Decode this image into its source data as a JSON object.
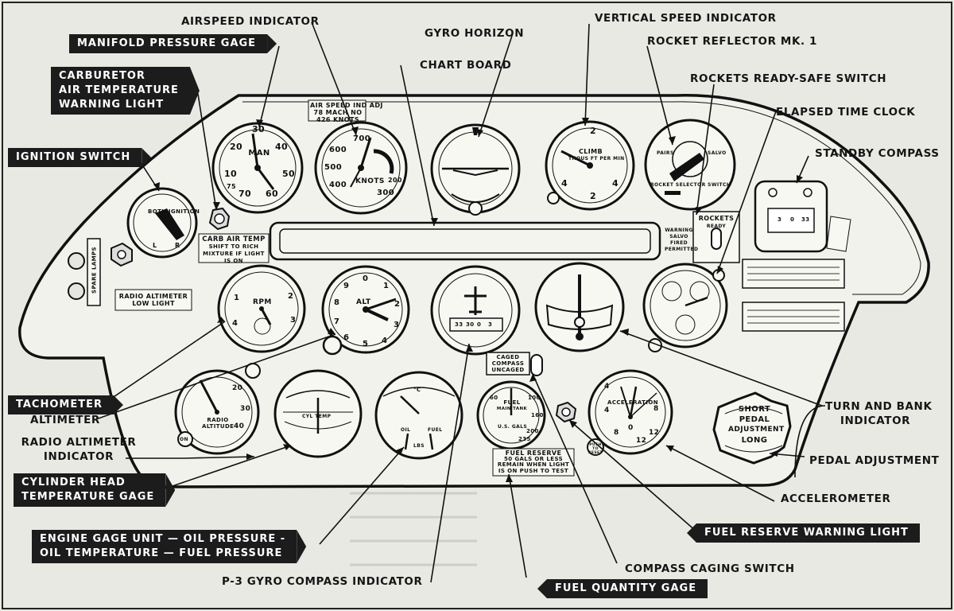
{
  "callouts": {
    "airspeed_indicator": "AIRSPEED INDICATOR",
    "manifold_pressure_gage": "MANIFOLD PRESSURE GAGE",
    "gyro_horizon": "GYRO HORIZON",
    "vertical_speed_indicator": "VERTICAL SPEED INDICATOR",
    "rocket_reflector": "ROCKET REFLECTOR MK. 1",
    "chart_board": "CHART BOARD",
    "carburetor_warning": [
      "CARBURETOR",
      "AIR TEMPERATURE",
      "WARNING LIGHT"
    ],
    "rockets_ready_safe_switch": "ROCKETS READY-SAFE SWITCH",
    "elapsed_time_clock": "ELAPSED TIME CLOCK",
    "ignition_switch": "IGNITION SWITCH",
    "standby_compass": "STANDBY COMPASS",
    "tachometer": "TACHOMETER",
    "altimeter": "ALTIMETER",
    "radio_altimeter_indicator": [
      "RADIO ALTIMETER",
      "INDICATOR"
    ],
    "cylinder_head_temperature_gage": [
      "CYLINDER HEAD",
      "TEMPERATURE GAGE"
    ],
    "engine_gage_unit": [
      "ENGINE GAGE UNIT — OIL PRESSURE -",
      "OIL TEMPERATURE — FUEL PRESSURE"
    ],
    "p3_gyro_compass_indicator": "P-3  GYRO COMPASS INDICATOR",
    "fuel_quantity_gage": "FUEL QUANTITY GAGE",
    "compass_caging_switch": "COMPASS CAGING SWITCH",
    "fuel_reserve_warning_light": "FUEL RESERVE WARNING LIGHT",
    "accelerometer": "ACCELEROMETER",
    "pedal_adjustment": "PEDAL ADJUSTMENT",
    "turn_and_bank_indicator": [
      "TURN AND BANK",
      "INDICATOR"
    ]
  },
  "panel_text": {
    "airspeed_placard": [
      "AIR SPEED IND ADJ",
      "78 MACH NO",
      "426 KNOTS"
    ],
    "manifold_face": "MAN",
    "manifold_scale": [
      "30",
      "40",
      "50",
      "60",
      "70",
      "75",
      "10",
      "20"
    ],
    "airspeed_face": "KNOTS",
    "airspeed_scale": [
      "700",
      "600",
      "500",
      "400",
      "300",
      "200"
    ],
    "vsi_face": [
      "CLIMB",
      "THOUS FT PER MIN"
    ],
    "vsi_scale": [
      "2",
      "4",
      "4",
      "2"
    ],
    "rocket_selector": [
      "ROCKET SELECTOR SWITCH",
      "PAIRS",
      "SALVO"
    ],
    "rockets_switch": "ROCKETS",
    "rockets_switch_sub": "READY",
    "salvo_placard": [
      "WARNING",
      "SALVO",
      "FIRED",
      "PERMITTED"
    ],
    "ignition_face": [
      "BOTH",
      "IGNITION",
      "L",
      "R"
    ],
    "carb_placard": [
      "CARB AIR TEMP",
      "SHIFT TO RICH",
      "MIXTURE IF LIGHT",
      "IS ON"
    ],
    "spare_lamps": "SPARE LAMPS",
    "radio_alt_light": [
      "RADIO ALTIMETER",
      "LOW LIGHT"
    ],
    "rpm_face": "RPM",
    "rpm_scale": [
      "1",
      "2",
      "3",
      "4"
    ],
    "alt_face": "ALT",
    "alt_scale": [
      "0",
      "1",
      "2",
      "3",
      "4",
      "5",
      "6",
      "7",
      "8",
      "9"
    ],
    "compass_scale": [
      "33",
      "30",
      "0",
      "3"
    ],
    "caged_switch": [
      "CAGED",
      "COMPASS",
      "UNCAGED"
    ],
    "radio_alt_face": [
      "RADIO",
      "ALTITUDE",
      "20",
      "30",
      "40",
      "ON"
    ],
    "cyl_temp": "CYL TEMP",
    "engine_unit_labels": [
      "°C",
      "OIL",
      "FUEL",
      "LBS"
    ],
    "fuel_gage": [
      "FUEL",
      "MAIN TANK",
      "U.S. GALS"
    ],
    "fuel_scale": [
      "60",
      "100",
      "160",
      "200",
      "235"
    ],
    "fuel_reserve_placard": [
      "FUEL RESERVE",
      "50 GALS OR LESS",
      "REMAIN WHEN LIGHT",
      "IS ON  PUSH TO TEST"
    ],
    "accel_face": "ACCELERATION",
    "accel_scale": [
      "4",
      "8",
      "12",
      "0",
      "4",
      "8",
      "12"
    ],
    "push_to_reset": "PUSH TO RESET",
    "pedal_plate": [
      "SHORT",
      "PEDAL",
      "ADJUSTMENT",
      "LONG"
    ],
    "standby_scale": [
      "3",
      "0",
      "33"
    ]
  }
}
